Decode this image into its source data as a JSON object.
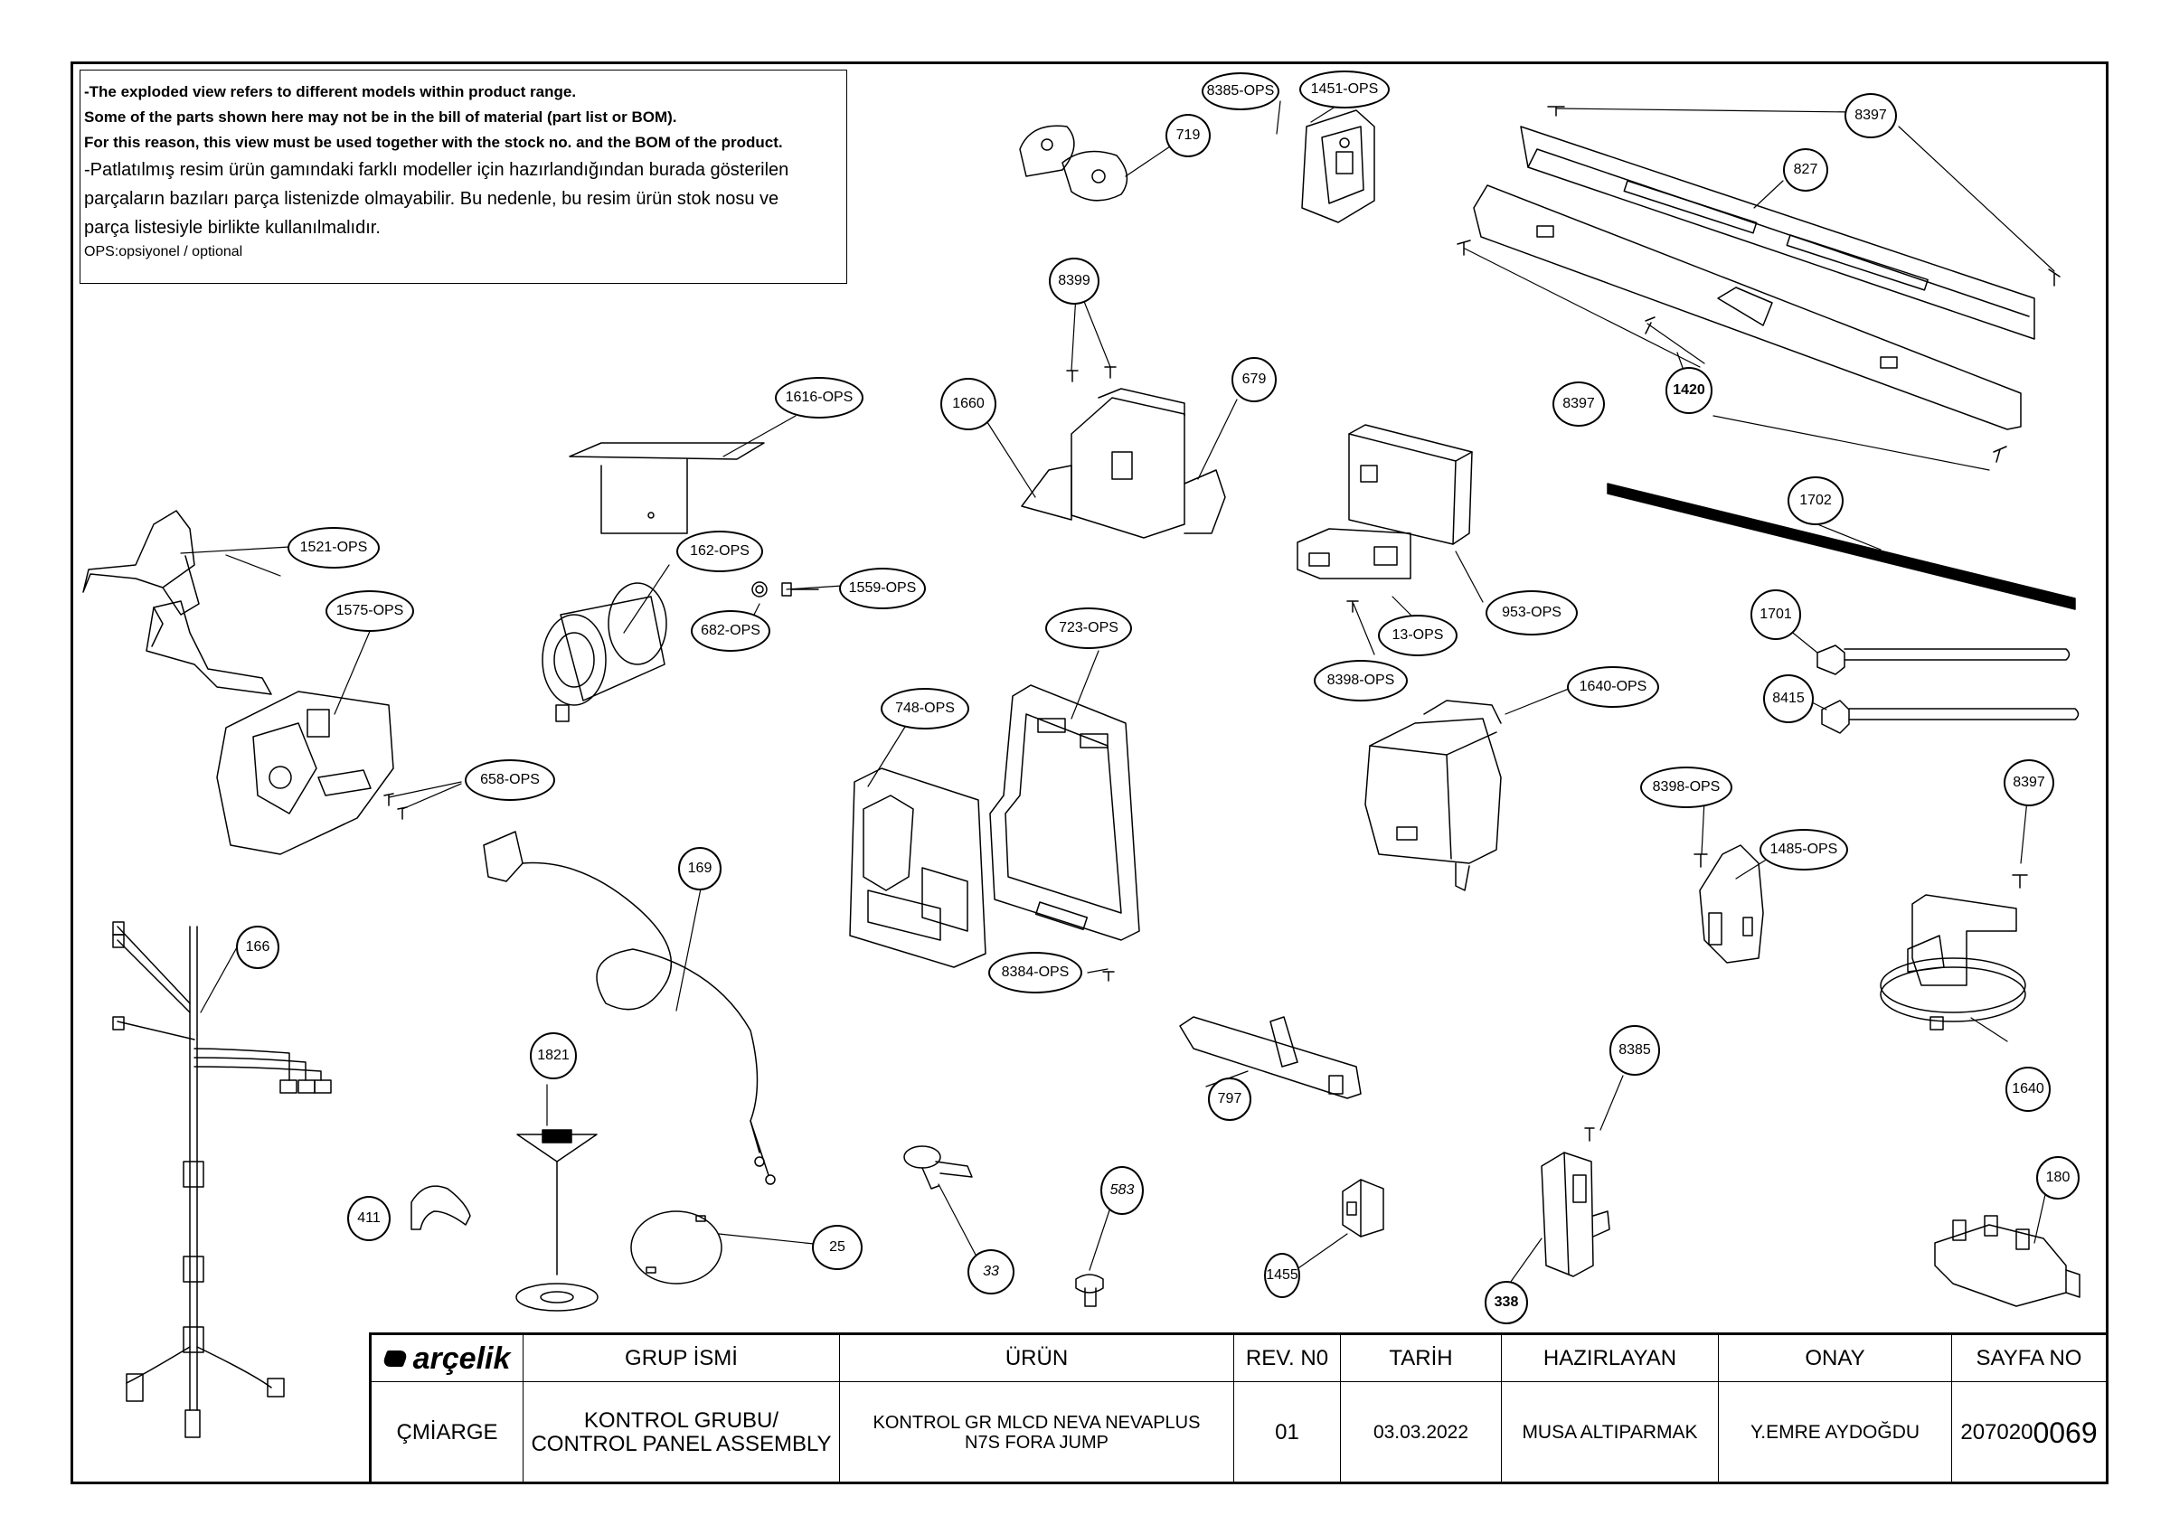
{
  "note": {
    "line1": "-The exploded view refers to different models within product range.",
    "line2": "Some of the parts shown here may not be in the bill of material (part list or BOM).",
    "line3": "For this reason, this view must be used together with the stock no. and the BOM of the product.",
    "line4": "-Patlatılmış resim ürün gamındaki farklı modeller için hazırlandığından burada gösterilen",
    "line5": "parçaların bazıları parça listenizde olmayabilir. Bu nedenle, bu resim ürün stok nosu ve",
    "line6": "parça listesiyle birlikte kullanılmalıdır.",
    "line7": "OPS:opsiyonel / optional"
  },
  "callouts": [
    "8385-OPS",
    "1451-OPS",
    "719",
    "8397",
    "827",
    "8399",
    "1616-OPS",
    "1660",
    "679",
    "1420",
    "8397",
    "1702",
    "1521-OPS",
    "162-OPS",
    "682-OPS",
    "1559-OPS",
    "953-OPS",
    "13-OPS",
    "8398-OPS",
    "1701",
    "1575-OPS",
    "723-OPS",
    "1640-OPS",
    "8415",
    "748-OPS",
    "658-OPS",
    "8398-OPS",
    "8397",
    "1485-OPS",
    "169",
    "166",
    "8384-OPS",
    "1821",
    "1640",
    "797",
    "8385",
    "583",
    "180",
    "411",
    "25",
    "33",
    "1455",
    "338"
  ],
  "title_block": {
    "brand": "arçelik",
    "group_header": "GRUP İSMİ",
    "product_header": "ÜRÜN",
    "rev_header": "REV. N0",
    "date_header": "TARİH",
    "prepared_header": "HAZIRLAYAN",
    "approve_header": "ONAY",
    "page_header": "SAYFA NO",
    "brand_code": "ÇMİARGE",
    "group_value": "KONTROL GRUBU/ CONTROL PANEL ASSEMBLY",
    "product_value": "KONTROL GR MLCD NEVA NEVAPLUS N7S FORA JUMP",
    "rev_value": "01",
    "date_value": "03.03.2022",
    "prepared_value": "MUSA ALTIPARMAK",
    "approve_value": "Y.EMRE AYDOĞDU",
    "page_prefix": "207020",
    "page_suffix": "0069"
  }
}
